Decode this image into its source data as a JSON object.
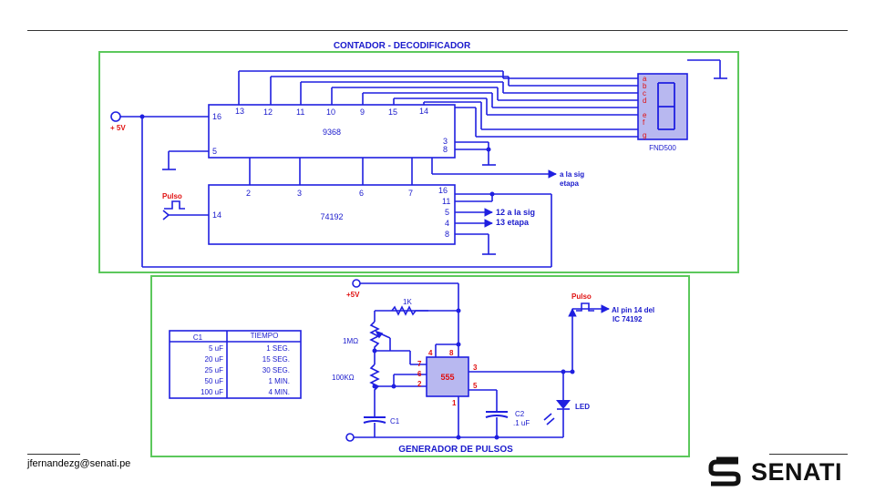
{
  "top_title": "CONTADOR - DECODIFICADOR",
  "bottom_title": "GENERADOR DE PULSOS",
  "counter": {
    "supply": "+ 5V",
    "chip_top": {
      "name": "9368",
      "pins_top": [
        "13",
        "12",
        "11",
        "10",
        "9",
        "15",
        "14"
      ],
      "pin_16": "16",
      "pin_5": "5",
      "pin_3": "3",
      "pin_8": "8"
    },
    "chip_bottom": {
      "name": "74192",
      "pins_top": [
        "2",
        "3",
        "6",
        "7"
      ],
      "pin_14": "14",
      "pins_right": [
        "16",
        "11",
        "5",
        "4",
        "8"
      ]
    },
    "pulse_label": "Pulso",
    "to_next_1": "a la sig",
    "to_next_2": "etapa",
    "to_next_3": "12 a la sig",
    "to_next_4": "13 etapa",
    "display_segments": [
      "a",
      "b",
      "c",
      "d",
      "e",
      "f",
      "g"
    ],
    "display_name": "FND500"
  },
  "generator": {
    "supply": "+5V",
    "r_1k": "1K",
    "r_1m": "1MΩ",
    "r_100k": "100KΩ",
    "c1": "C1",
    "c2": "C2",
    "c2_value": ".1 uF",
    "ic": "555",
    "pins": [
      "4",
      "8",
      "7",
      "6",
      "2",
      "3",
      "5",
      "1"
    ],
    "pulse": "Pulso",
    "output_1": "Al pin 14 del",
    "output_2": "IC 74192",
    "led": "LED"
  },
  "table": {
    "headers": [
      "C1",
      "TIEMPO"
    ],
    "rows": [
      [
        "5 uF",
        "1 SEG."
      ],
      [
        "20 uF",
        "15 SEG."
      ],
      [
        "25 uF",
        "30 SEG."
      ],
      [
        "50 uF",
        "1 MIN."
      ],
      [
        "100 uF",
        "4 MIN."
      ]
    ]
  },
  "footer": {
    "email": "jfernandezg@senati.pe",
    "brand": "SENATI"
  },
  "colors": {
    "wire": "#1f1fe0",
    "panel_border": "#5cc85c",
    "pin_label": "#e01010",
    "chip_fill": "#b8b8f0",
    "title": "#1a1acc"
  }
}
